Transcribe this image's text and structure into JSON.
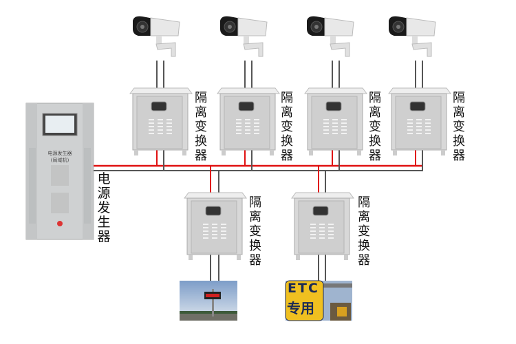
{
  "generator": {
    "label": "电源发生器",
    "panel_title": "电源发生器",
    "panel_subtitle": "(局域机)"
  },
  "converter_label": "隔离变换器",
  "top_units": [
    {
      "name": "camera-1"
    },
    {
      "name": "camera-2"
    },
    {
      "name": "camera-3"
    },
    {
      "name": "camera-4"
    }
  ],
  "bottom_units": [
    {
      "name": "led-sign"
    },
    {
      "name": "etc-lane"
    }
  ],
  "etc_sign": {
    "line1": "ETC",
    "line2": "专用"
  },
  "colors": {
    "live_wire": "#e01010",
    "neutral_wire": "#555555",
    "cabinet": "#dcdcdc"
  }
}
